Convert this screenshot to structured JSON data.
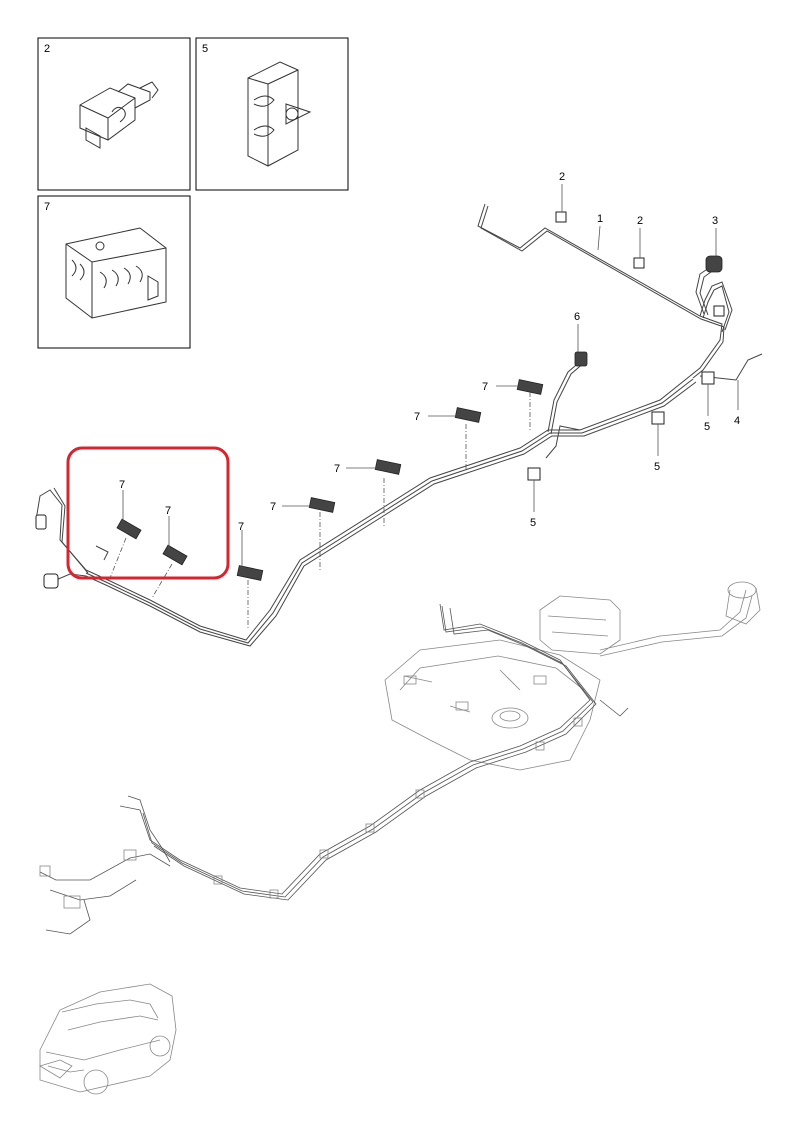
{
  "insets": [
    {
      "label": "2"
    },
    {
      "label": "5"
    },
    {
      "label": "7"
    }
  ],
  "callouts": {
    "c1": "1",
    "c2a": "2",
    "c2b": "2",
    "c3": "3",
    "c4": "4",
    "c5a": "5",
    "c5b": "5",
    "c5c": "5",
    "c6": "6",
    "c7a": "7",
    "c7b": "7",
    "c7c": "7",
    "c7d": "7",
    "c7e": "7",
    "c7f": "7",
    "c7g": "7"
  },
  "highlight_color": "#d9232d"
}
